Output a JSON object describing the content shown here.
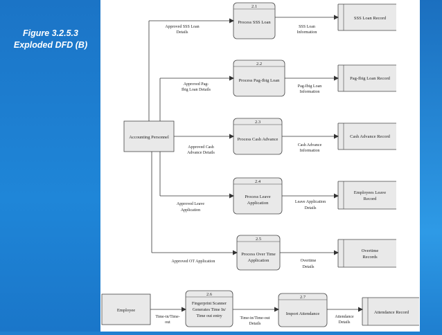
{
  "caption": {
    "line1": "Figure 3.2.5.3",
    "line2": "Exploded DFD (B)"
  },
  "entities": {
    "accounting": "Accounting Personnel",
    "employee": "Employee"
  },
  "processes": [
    {
      "id": "2.1",
      "lines": [
        "Process SSS Loan"
      ]
    },
    {
      "id": "2.2",
      "lines": [
        "Process Pag-Ibig Loan"
      ]
    },
    {
      "id": "2.3",
      "lines": [
        "Process Cash Advance"
      ]
    },
    {
      "id": "2.4",
      "lines": [
        "Process Leave",
        "Application"
      ]
    },
    {
      "id": "2.5",
      "lines": [
        "Process Over Time",
        "Application"
      ]
    },
    {
      "id": "2.6",
      "lines": [
        "Fingerprint Scanner",
        "Generates Time In/",
        "Time out entry"
      ]
    },
    {
      "id": "2.7",
      "lines": [
        "Import Attendance"
      ]
    }
  ],
  "stores": [
    {
      "lines": [
        "SSS Loan Record"
      ]
    },
    {
      "lines": [
        "Pag-Ibig Loan Record"
      ]
    },
    {
      "lines": [
        "Cash Advance Record"
      ]
    },
    {
      "lines": [
        "Employees Leave",
        "Record"
      ]
    },
    {
      "lines": [
        "Overtime",
        "Records"
      ]
    },
    {
      "lines": [
        "Attendance Record"
      ]
    }
  ],
  "flows": {
    "in_sss": [
      "Approved SSS Loan",
      "Details"
    ],
    "in_pagibig": [
      "Approved Pag-",
      "Ibig Loan Details"
    ],
    "in_cash": [
      "Approved Cash",
      "Advance Details"
    ],
    "in_leave": [
      "Approved Leave",
      "Application"
    ],
    "in_ot": [
      "Approved OT Application"
    ],
    "out_sss": [
      "SSS Loan",
      "Information"
    ],
    "out_pagibig": [
      "Pag-Ibig Loan",
      "Information"
    ],
    "out_cash": [
      "Cash Advance",
      "Information"
    ],
    "out_leave": [
      "Leave Application",
      "Details"
    ],
    "out_ot": [
      "Overtime",
      "Details"
    ],
    "emp_to_scanner": [
      "Time-in/Time-",
      "out"
    ],
    "scanner_to_import": [
      "Time-in/Time-out",
      "Details"
    ],
    "import_to_store": [
      "Attendance",
      "Details"
    ]
  },
  "colors": {
    "background_blue": "#1f7fd0",
    "box_fill": "#e9e9e9",
    "line": "#444444"
  }
}
